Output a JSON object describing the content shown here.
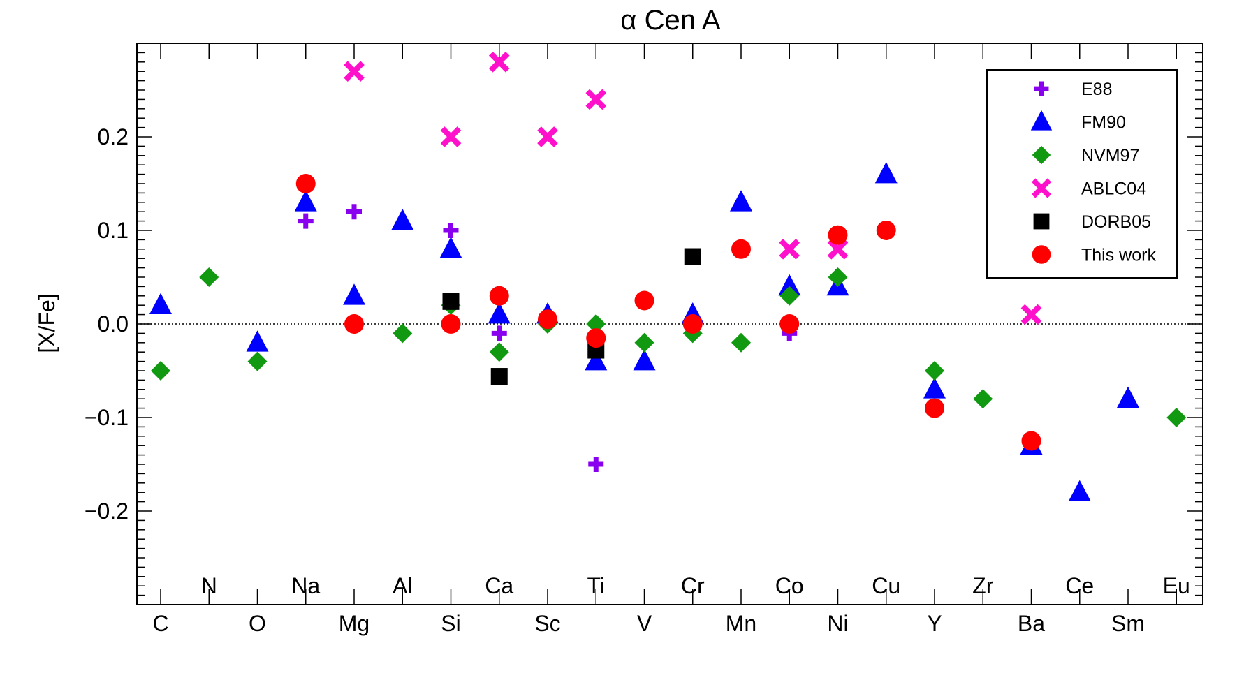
{
  "chart_data": {
    "type": "scatter",
    "title": "α Cen A",
    "ylabel": "[X/Fe]",
    "xlabel": "",
    "ylim": [
      -0.3,
      0.3
    ],
    "yticks": [
      {
        "value": 0.2,
        "label": "0.2"
      },
      {
        "value": 0.1,
        "label": "0.1"
      },
      {
        "value": 0.0,
        "label": "0.0"
      },
      {
        "value": -0.1,
        "label": "−0.1"
      },
      {
        "value": -0.2,
        "label": "−0.2"
      }
    ],
    "reference_line": 0.0,
    "legend_position": "top-right",
    "elements": [
      "C",
      "N",
      "O",
      "Na",
      "Mg",
      "Al",
      "Si",
      "Ca",
      "Sc",
      "Ti",
      "V",
      "Cr",
      "Mn",
      "Co",
      "Ni",
      "Cu",
      "Y",
      "Zr",
      "Ba",
      "Ce",
      "Sm",
      "Eu"
    ],
    "series": [
      {
        "name": "E88",
        "marker": "plus",
        "color": "#8800ee",
        "points": [
          [
            "Na",
            0.11
          ],
          [
            "Mg",
            0.12
          ],
          [
            "Si",
            0.1
          ],
          [
            "Ca",
            -0.01
          ],
          [
            "Ti",
            -0.15
          ],
          [
            "Co",
            -0.01
          ],
          [
            "Ni",
            0.05
          ]
        ]
      },
      {
        "name": "FM90",
        "marker": "triangle",
        "color": "#0000ff",
        "points": [
          [
            "C",
            0.02
          ],
          [
            "O",
            -0.02
          ],
          [
            "Na",
            0.13
          ],
          [
            "Mg",
            0.03
          ],
          [
            "Al",
            0.11
          ],
          [
            "Si",
            0.08
          ],
          [
            "Ca",
            0.01
          ],
          [
            "Sc",
            0.01
          ],
          [
            "Ti",
            -0.04
          ],
          [
            "V",
            -0.04
          ],
          [
            "Cr",
            0.01
          ],
          [
            "Mn",
            0.13
          ],
          [
            "Co",
            0.04
          ],
          [
            "Ni",
            0.04
          ],
          [
            "Cu",
            0.16
          ],
          [
            "Y",
            -0.07
          ],
          [
            "Ba",
            -0.13
          ],
          [
            "Ce",
            -0.18
          ],
          [
            "Sm",
            -0.08
          ]
        ]
      },
      {
        "name": "NVM97",
        "marker": "diamond",
        "color": "#119911",
        "points": [
          [
            "C",
            -0.05
          ],
          [
            "N",
            0.05
          ],
          [
            "O",
            -0.04
          ],
          [
            "Al",
            -0.01
          ],
          [
            "Si",
            0.02
          ],
          [
            "Ca",
            -0.03
          ],
          [
            "Sc",
            0.0
          ],
          [
            "Ti",
            0.0
          ],
          [
            "V",
            -0.02
          ],
          [
            "Cr",
            -0.01
          ],
          [
            "Mn",
            -0.02
          ],
          [
            "Co",
            0.03
          ],
          [
            "Ni",
            0.05
          ],
          [
            "Y",
            -0.05
          ],
          [
            "Zr",
            -0.08
          ],
          [
            "Eu",
            -0.1
          ]
        ]
      },
      {
        "name": "ABLC04",
        "marker": "cross",
        "color": "#ff11cc",
        "points": [
          [
            "Mg",
            0.27
          ],
          [
            "Si",
            0.2
          ],
          [
            "Ca",
            0.28
          ],
          [
            "Sc",
            0.2
          ],
          [
            "Ti",
            0.24
          ],
          [
            "Co",
            0.08
          ],
          [
            "Ni",
            0.08
          ],
          [
            "Ba",
            0.01
          ]
        ]
      },
      {
        "name": "DORB05",
        "marker": "square",
        "color": "#000000",
        "points": [
          [
            "Si",
            0.024
          ],
          [
            "Ca",
            -0.056
          ],
          [
            "Ti",
            -0.028
          ],
          [
            "Cr",
            0.072
          ]
        ]
      },
      {
        "name": "This work",
        "marker": "circle",
        "color": "#ff0000",
        "points": [
          [
            "Na",
            0.15
          ],
          [
            "Mg",
            0.0
          ],
          [
            "Si",
            0.0
          ],
          [
            "Ca",
            0.03
          ],
          [
            "Sc",
            0.005
          ],
          [
            "Ti",
            -0.015
          ],
          [
            "V",
            0.025
          ],
          [
            "Cr",
            0.0
          ],
          [
            "Mn",
            0.08
          ],
          [
            "Co",
            0.0
          ],
          [
            "Ni",
            0.095
          ],
          [
            "Cu",
            0.1
          ],
          [
            "Y",
            -0.09
          ],
          [
            "Ba",
            -0.125
          ]
        ]
      }
    ]
  }
}
